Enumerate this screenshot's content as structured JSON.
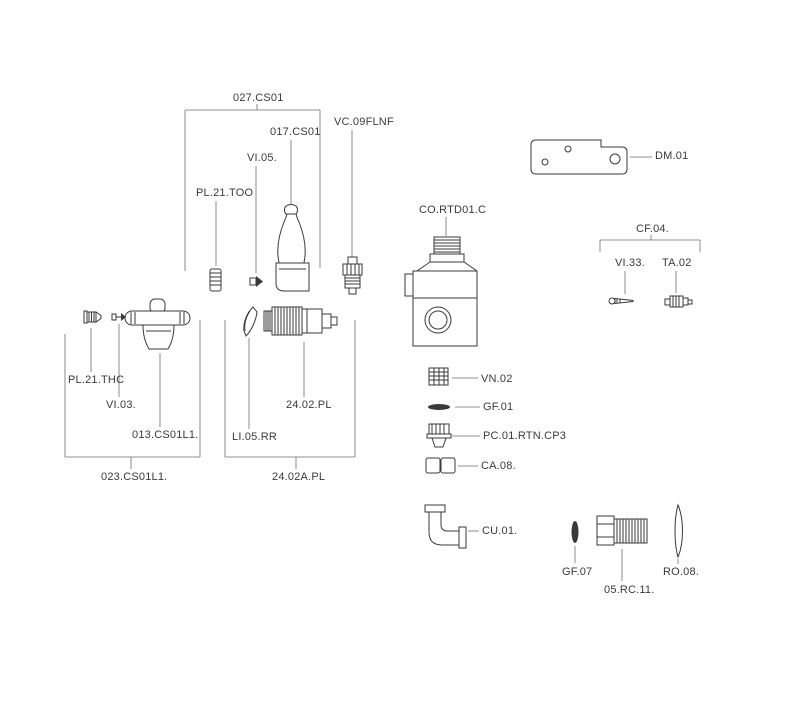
{
  "colors": {
    "ink": "#3a3a3a",
    "leader": "#6e6e6e",
    "background": "#ffffff"
  },
  "diagram_type": "exploded-parts-diagram",
  "parts": {
    "group_top_assembly": {
      "code": "027.CS01"
    },
    "lever_handle": {
      "code": "017.CS01"
    },
    "cartridge_vc": {
      "code": "VC.09FLNF"
    },
    "pin_vi05": {
      "code": "VI.05."
    },
    "sleeve_pl21too": {
      "code": "PL.21.TOO"
    },
    "bracket_dm01": {
      "code": "DM.01"
    },
    "valve_body": {
      "code": "CO.RTD01.C"
    },
    "group_cf04": {
      "code": "CF.04."
    },
    "needle_vi33": {
      "code": "VI.33."
    },
    "fitting_ta02": {
      "code": "TA.02"
    },
    "screw_pl21thc": {
      "code": "PL.21.THC"
    },
    "pin_vi03": {
      "code": "VI.03."
    },
    "cross_handle": {
      "code": "013.CS01L1."
    },
    "group_left_assembly": {
      "code": "023.CS01L1."
    },
    "lever_li05rr": {
      "code": "LI.05.RR"
    },
    "cartridge_2402": {
      "code": "24.02.PL"
    },
    "group_cartridge_assembly": {
      "code": "24.02A.PL"
    },
    "check_valve_vn02": {
      "code": "VN.02"
    },
    "gasket_gf01": {
      "code": "GF.01"
    },
    "cap_pc01": {
      "code": "PC.01.RTN.CP3"
    },
    "coupler_ca08": {
      "code": "CA.08."
    },
    "elbow_cu01": {
      "code": "CU.01."
    },
    "oring_gf07": {
      "code": "GF.07"
    },
    "hose_fitting_rc11": {
      "code": "05.RC.11."
    },
    "blade_ro08": {
      "code": "RO.08."
    }
  }
}
